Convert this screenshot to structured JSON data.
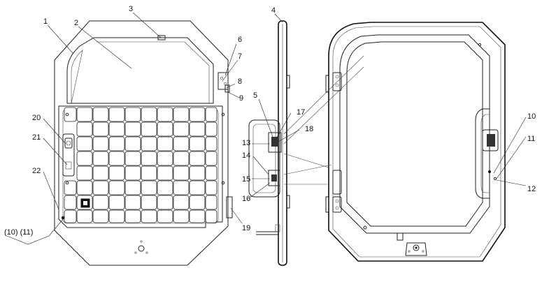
{
  "drawing": {
    "line_color": "#222222",
    "background": "#ffffff",
    "callouts": {
      "c1": "1",
      "c2": "2",
      "c3": "3",
      "c4": "4",
      "c5": "5",
      "c6": "6",
      "c7": "7",
      "c8": "8",
      "c9": "9",
      "c10": "10",
      "c11": "11",
      "c12": "12",
      "c13": "13",
      "c14": "14",
      "c15": "15",
      "c16": "16",
      "c17": "17",
      "c18": "18",
      "c19": "19",
      "c20": "20",
      "c21": "21",
      "c22": "22",
      "c10_11": "(10) (11)"
    }
  }
}
